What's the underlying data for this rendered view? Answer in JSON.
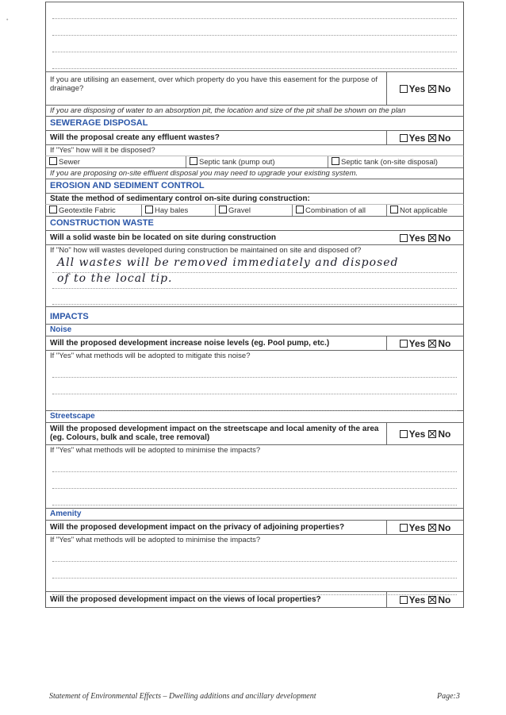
{
  "easement": {
    "question": "If you are utilising an easement, over which property do you have this easement for the purpose of drainage?",
    "yes": "Yes",
    "no": "No",
    "absorption_note": "If you are disposing of water to an absorption pit, the location and size of the pit shall be shown on the plan"
  },
  "sewerage": {
    "heading": "SEWERAGE DISPOSAL",
    "question": "Will the proposal create any effluent wastes?",
    "followup": "If \"Yes\" how will it be disposed?",
    "options": [
      "Sewer",
      "Septic tank (pump out)",
      "Septic tank (on-site disposal)"
    ],
    "note": "If you are proposing on-site effluent disposal you may need to upgrade your existing system."
  },
  "erosion": {
    "heading": "EROSION AND SEDIMENT CONTROL",
    "question": "State the method of sedimentary control on-site during construction:",
    "options": [
      "Geotextile Fabric",
      "Hay bales",
      "Gravel",
      "Combination of all",
      "Not applicable"
    ]
  },
  "construction": {
    "heading": "CONSTRUCTION WASTE",
    "question": "Will a solid waste bin be located on site during construction",
    "followup": "If \"No\" how will wastes developed during construction be maintained on site and disposed of?",
    "answer_line1": "All wastes will be removed immediately and disposed",
    "answer_line2": "of to the local tip."
  },
  "impacts": {
    "heading": "IMPACTS",
    "noise": {
      "label": "Noise",
      "question": "Will the proposed development increase noise levels (eg. Pool pump, etc.)",
      "followup": "If \"Yes\" what methods will be adopted to mitigate this noise?"
    },
    "streetscape": {
      "label": "Streetscape",
      "question": "Will the proposed development impact on the streetscape and local amenity of the area (eg. Colours, bulk and scale, tree removal)",
      "followup": "If \"Yes\" what methods will be adopted to minimise the impacts?"
    },
    "amenity": {
      "label": "Amenity",
      "question": "Will the proposed development impact on the privacy of adjoining properties?",
      "followup": "If \"Yes\" what methods will be adopted to minimise the impacts?"
    },
    "views_question": "Will the proposed development impact on the views of local properties?"
  },
  "footer": {
    "title": "Statement of Environmental Effects – Dwelling additions and ancillary development",
    "page": "Page:3"
  }
}
